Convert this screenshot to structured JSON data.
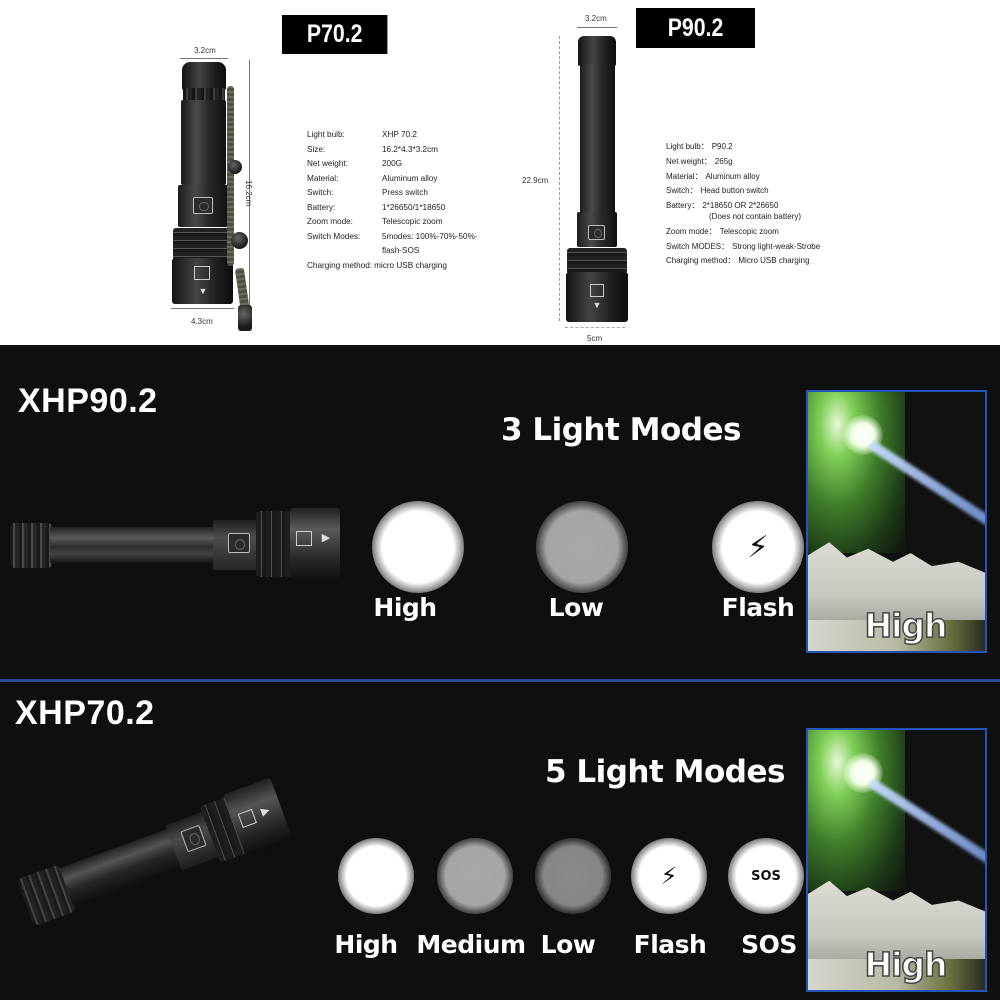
{
  "top_panel": {
    "p70": {
      "badge": "P70.2",
      "dims": {
        "width_top": "3.2cm",
        "height": "16.2cm",
        "width_bottom": "4.3cm"
      },
      "specs": [
        {
          "key": "Light bulb:",
          "value": "XHP 70.2"
        },
        {
          "key": "Size:",
          "value": "16.2*4.3*3.2cm"
        },
        {
          "key": "Net weight:",
          "value": "200G"
        },
        {
          "key": "Material:",
          "value": "Aluminum alloy"
        },
        {
          "key": "Switch:",
          "value": "Press switch"
        },
        {
          "key": "Battery:",
          "value": "1*26650/1*18650"
        },
        {
          "key": "Zoom mode:",
          "value": "Telescopic zoom"
        },
        {
          "key": "Switch Modes:",
          "value": "5modes: 100%-70%-50%-"
        },
        {
          "key": "",
          "value": "flash-SOS"
        },
        {
          "key": "Charging method:",
          "value": "micro  USB charging"
        }
      ]
    },
    "p90": {
      "badge": "P90.2",
      "dims": {
        "width_top": "3.2cm",
        "height": "22.9cm",
        "width_bottom": "5cm"
      },
      "specs": [
        {
          "key": "Light bulb：",
          "value": "P90.2"
        },
        {
          "key": "Net weight：",
          "value": "265g"
        },
        {
          "key": "Material：",
          "value": "Aluminum alloy"
        },
        {
          "key": "Switch：",
          "value": "Head button switch"
        },
        {
          "key": "Battery：",
          "value": "2*18650 OR 2*26650"
        },
        {
          "key": "",
          "value": "(Does not contain battery)"
        },
        {
          "key": "Zoom mode：",
          "value": "Telescopic zoom"
        },
        {
          "key": "Switch MODES：",
          "value": "Strong light-weak-Strobe"
        },
        {
          "key": "Charging method：",
          "value": "Micro USB charging"
        }
      ]
    }
  },
  "section_xhp90": {
    "title": "XHP90.2",
    "modes_title": "3 Light Modes",
    "modes": [
      {
        "label": "High",
        "icon": "bright-light-icon",
        "symbol": ""
      },
      {
        "label": "Low",
        "icon": "dim-light-icon",
        "symbol": ""
      },
      {
        "label": "Flash",
        "icon": "lightning-bolt-icon",
        "symbol": "⚡"
      }
    ],
    "photo_caption": "High"
  },
  "section_xhp70": {
    "title": "XHP70.2",
    "modes_title": "5 Light Modes",
    "modes": [
      {
        "label": "High",
        "icon": "bright-light-icon",
        "symbol": ""
      },
      {
        "label": "Medium",
        "icon": "medium-light-icon",
        "symbol": ""
      },
      {
        "label": "Low",
        "icon": "dim-light-icon",
        "symbol": ""
      },
      {
        "label": "Flash",
        "icon": "lightning-bolt-icon",
        "symbol": "⚡"
      },
      {
        "label": "SOS",
        "icon": "sos-icon",
        "symbol": "SOS"
      }
    ],
    "photo_caption": "High"
  },
  "colors": {
    "background_dark": "#0f0f0f",
    "divider_blue": "#2a4a8e",
    "photo_border": "#2456b8",
    "text_white": "#ffffff"
  }
}
